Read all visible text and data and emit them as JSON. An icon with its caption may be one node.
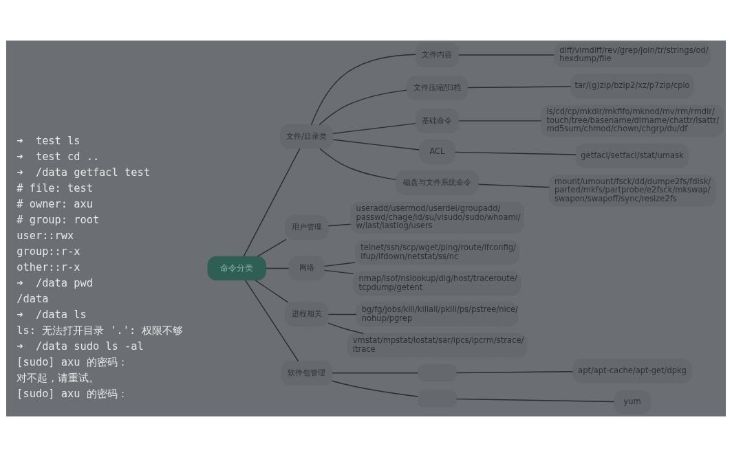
{
  "diagram": {
    "nodes": [
      {
        "text": [
          "命令分类"
        ]
      },
      {
        "text": [
          "文件/目录类"
        ]
      },
      {
        "text": [
          "文件内容"
        ]
      },
      {
        "text": [
          "diff/vimdiff/rev/grep/join/tr/strings/od/ hexdump/file"
        ]
      },
      {
        "text": [
          "文件压缩/归档"
        ]
      },
      {
        "text": [
          "tar/(g)zip/bzip2/xz/p7zip/cpio"
        ]
      },
      {
        "text": [
          "基础命令"
        ]
      },
      {
        "text": [
          "ls/cd/cp/mkdir/mkfifo/mknod/mv/rm/rmdir/ touch/tree/basename/dirname/chattr/lsattr/ md5sum/chmod/chown/chgrp/du/df"
        ]
      },
      {
        "text": [
          "ACL"
        ]
      },
      {
        "text": [
          "getfacl/setfacl/stat/umask"
        ]
      },
      {
        "text": [
          "磁盘与文件系统命令"
        ]
      },
      {
        "text": [
          "mount/umount/fsck/dd/dumpe2fs/fdisk/ parted/mkfs/partprobe/e2fsck/mkswap/ swapon/swapoff/sync/resize2fs"
        ]
      },
      {
        "text": [
          "用户管理"
        ]
      },
      {
        "text": [
          "useradd/usermod/userdel/groupadd/ passwd/chage/id/su/visudo/sudo/whoami/ w/last/lastlog/users"
        ]
      },
      {
        "text": [
          "网络"
        ]
      },
      {
        "text": [
          "telnet/ssh/scp/wget/ping/route/ifconfig/ ifup/ifdown/netstat/ss/nc"
        ]
      },
      {
        "text": [
          "nmap/lsof/nslookup/dig/host/traceroute/ tcpdump/getent"
        ]
      },
      {
        "text": [
          "进程相关"
        ]
      },
      {
        "text": [
          "bg/fg/jobs/kill/killall/pkill/ps/pstree/nice/ nohup/pgrep"
        ]
      },
      {
        "text": [
          "vmstat/mpstat/iostat/sar/ipcs/ipcrm/strace/ ltrace"
        ]
      },
      {
        "text": [
          "软件包管理"
        ]
      },
      {
        "text": [],
        "shape": "box"
      },
      {
        "text": [
          "apt/apt-cache/apt-get/dpkg"
        ]
      },
      {
        "text": [],
        "shape": "box"
      },
      {
        "text": [
          "yum"
        ]
      }
    ],
    "edges": [
      {
        "from": 0,
        "to": 1,
        "arrow": "none"
      },
      {
        "from": 1,
        "to": 2,
        "arrow": "none"
      },
      {
        "from": 2,
        "to": 3,
        "arrow": "none"
      },
      {
        "from": 1,
        "to": 4,
        "arrow": "none"
      },
      {
        "from": 4,
        "to": 5,
        "arrow": "none"
      },
      {
        "from": 1,
        "to": 6,
        "arrow": "none"
      },
      {
        "from": 6,
        "to": 7,
        "arrow": "none"
      },
      {
        "from": 1,
        "to": 8,
        "arrow": "none"
      },
      {
        "from": 8,
        "to": 9,
        "arrow": "none"
      },
      {
        "from": 1,
        "to": 10,
        "arrow": "none"
      },
      {
        "from": 10,
        "to": 11,
        "arrow": "none"
      },
      {
        "from": 0,
        "to": 12,
        "arrow": "none"
      },
      {
        "from": 12,
        "to": 13,
        "arrow": "none"
      },
      {
        "from": 0,
        "to": 14,
        "arrow": "none"
      },
      {
        "from": 14,
        "to": 15,
        "arrow": "none"
      },
      {
        "from": 14,
        "to": 16,
        "arrow": "none"
      },
      {
        "from": 0,
        "to": 17,
        "arrow": "none"
      },
      {
        "from": 17,
        "to": 18,
        "arrow": "none"
      },
      {
        "from": 17,
        "to": 19,
        "arrow": "none"
      },
      {
        "from": 0,
        "to": 20,
        "arrow": "none"
      },
      {
        "from": 20,
        "to": 21,
        "arrow": "none"
      },
      {
        "from": 21,
        "to": 22,
        "arrow": "none"
      },
      {
        "from": 20,
        "to": 23,
        "arrow": "none"
      },
      {
        "from": 23,
        "to": 24,
        "arrow": "none"
      }
    ],
    "labels": [
      "➜  test ls",
      "➜  test cd ..",
      "➜  /data getfacl test",
      "# file: test",
      "# owner: axu",
      "# group: root",
      "user::rwx",
      "group::r-x",
      "other::r-x",
      "➜  /data pwd",
      "/data",
      "➜  /data ls",
      "ls: 无法打开目录 '.': 权限不够",
      "➜  /data sudo ls -al",
      "[sudo] axu 的密码：",
      "对不起，请重试。",
      "[sudo] axu 的密码："
    ]
  }
}
